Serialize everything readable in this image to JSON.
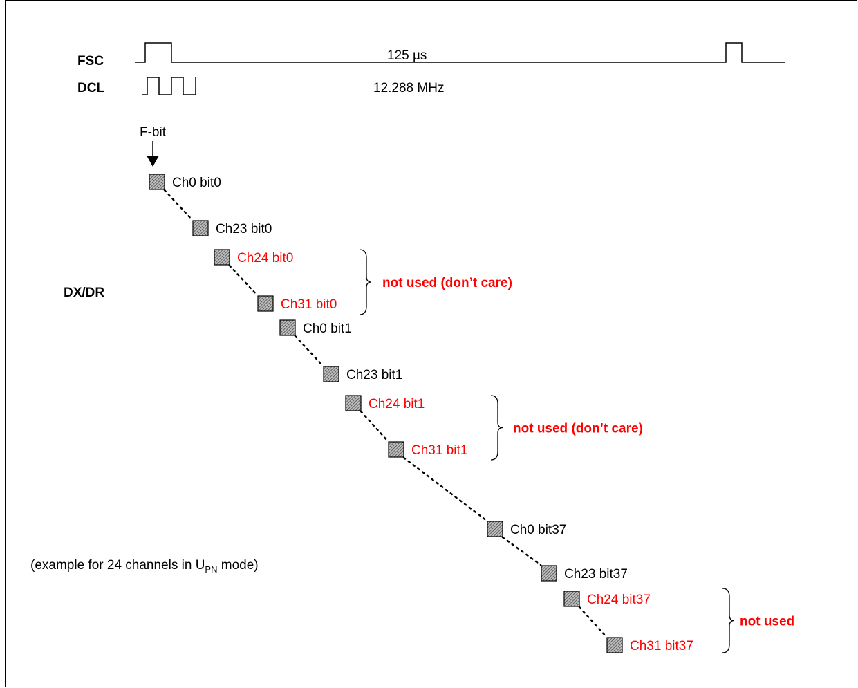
{
  "signals": {
    "fsc_label": "FSC",
    "dcl_label": "DCL",
    "fsc_period": "125 µs",
    "dcl_frequency": "12.288 MHz"
  },
  "fbit_label": "F-bit",
  "dxdr_label": "DX/DR",
  "example_note": {
    "prefix": "(example for 24 channels in U",
    "subscript": "PN",
    "suffix": " mode)"
  },
  "slots": [
    {
      "label": "Ch0 bit0",
      "used": true
    },
    {
      "label": "Ch23 bit0",
      "used": true
    },
    {
      "label": "Ch24 bit0",
      "used": false
    },
    {
      "label": "Ch31 bit0",
      "used": false
    },
    {
      "label": "Ch0 bit1",
      "used": true
    },
    {
      "label": "Ch23 bit1",
      "used": true
    },
    {
      "label": "Ch24 bit1",
      "used": false
    },
    {
      "label": "Ch31 bit1",
      "used": false
    },
    {
      "label": "Ch0 bit37",
      "used": true
    },
    {
      "label": "Ch23 bit37",
      "used": true
    },
    {
      "label": "Ch24 bit37",
      "used": false
    },
    {
      "label": "Ch31 bit37",
      "used": false
    }
  ],
  "brackets": [
    {
      "label": "not used (don’t care)"
    },
    {
      "label": "not used (don’t care)"
    },
    {
      "label": "not used"
    }
  ],
  "colors": {
    "unused_text": "#ff0000",
    "slot_fill": "#888888",
    "line": "#000000"
  }
}
